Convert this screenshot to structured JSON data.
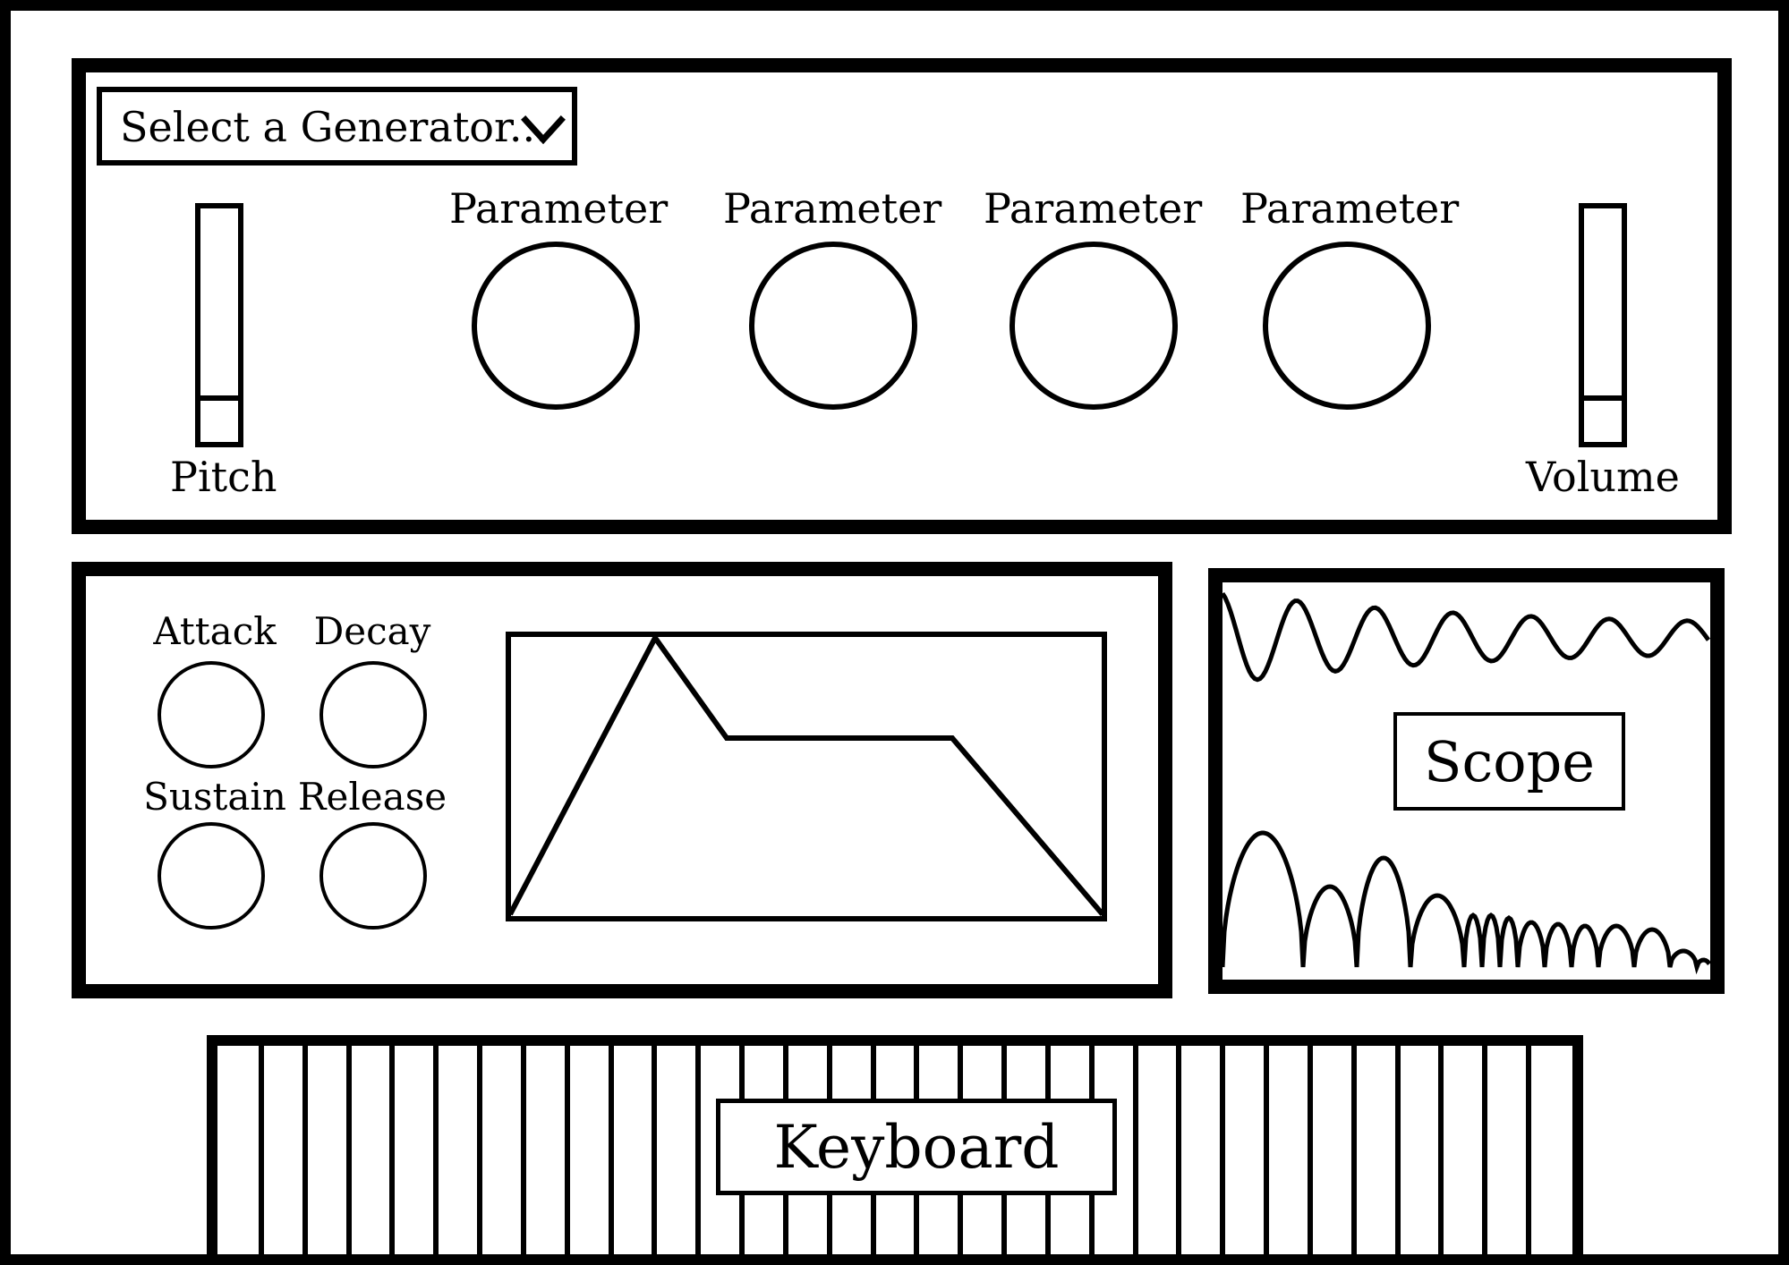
{
  "generator": {
    "placeholder": "Select a Generator...",
    "icon": "chevron-down-icon"
  },
  "pitch": {
    "label": "Pitch",
    "value": 0.2
  },
  "volume": {
    "label": "Volume",
    "value": 0.2
  },
  "parameters": [
    {
      "label": "Parameter"
    },
    {
      "label": "Parameter"
    },
    {
      "label": "Parameter"
    },
    {
      "label": "Parameter"
    }
  ],
  "envelope": {
    "attack_label": "Attack",
    "decay_label": "Decay",
    "sustain_label": "Sustain",
    "release_label": "Release"
  },
  "scope": {
    "label": "Scope"
  },
  "keyboard": {
    "label": "Keyboard",
    "key_count": 31
  },
  "colors": {
    "ink": "#000000",
    "paper": "#ffffff"
  }
}
